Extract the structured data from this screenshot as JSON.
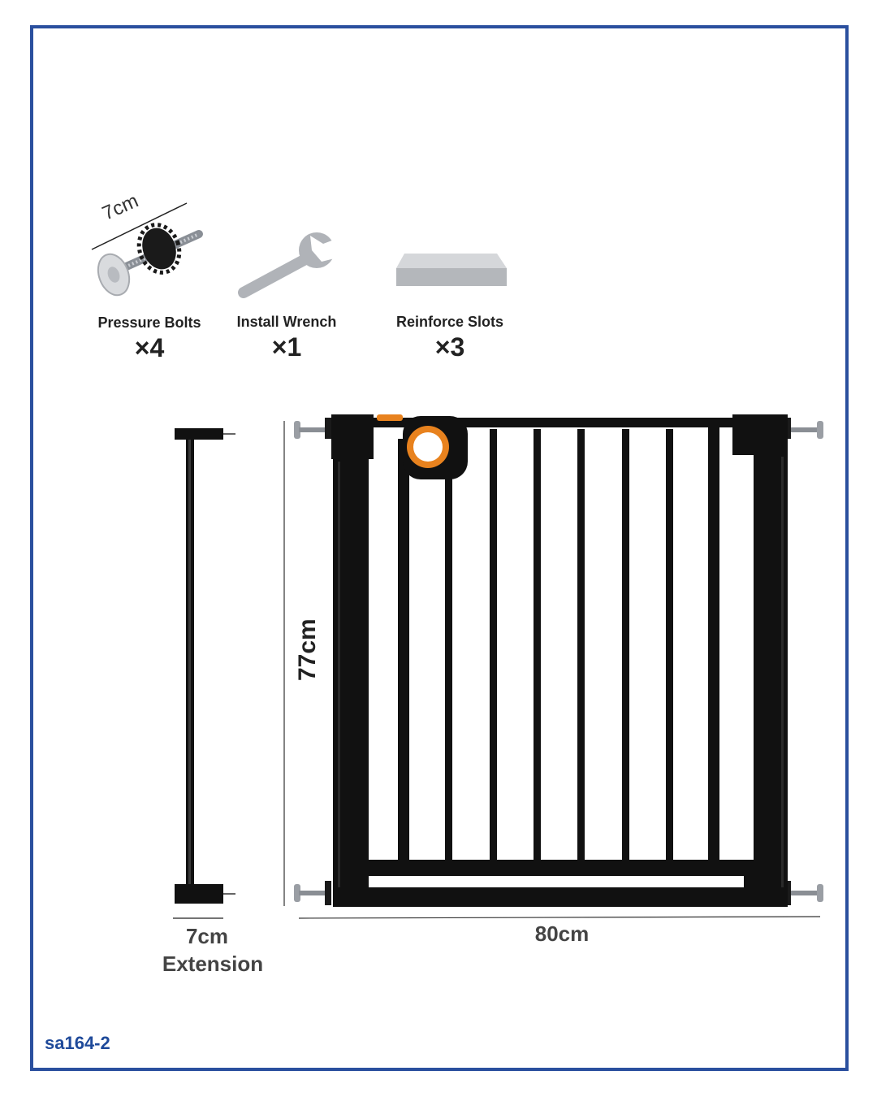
{
  "accessories": [
    {
      "name": "Pressure Bolts",
      "qty": "×4",
      "icon": "pressure-bolt-icon"
    },
    {
      "name": "Install Wrench",
      "qty": "×1",
      "icon": "wrench-icon"
    },
    {
      "name": "Reinforce Slots",
      "qty": "×3",
      "icon": "reinforce-slot-icon"
    }
  ],
  "bolt_dimension": "7cm",
  "extension": {
    "width": "7cm",
    "label": "Extension"
  },
  "gate": {
    "height": "77cm",
    "width": "80cm"
  },
  "product_code": "sa164-2",
  "colors": {
    "border": "#2a4f9e",
    "frame": "#111111",
    "accent": "#e8821e",
    "code": "#1f4a9a"
  }
}
